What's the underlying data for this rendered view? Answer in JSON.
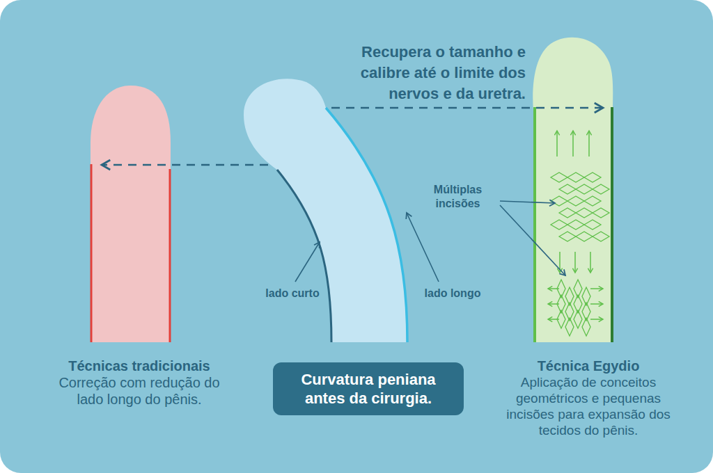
{
  "diagram": {
    "nodes": [
      {
        "text": [
          "Curvatura peniana antes da cirurgia."
        ]
      }
    ],
    "labels": [
      "Recupera o tamanho e calibre até o limite dos nervos e da uretra.",
      "Múltiplas incisões",
      "lado curto",
      "lado longo",
      "Técnicas tradicionais",
      "Correção com redução do lado longo do pênis.",
      "Técnica Egydio",
      "Aplicação de conceitos geométricos e pequenas incisões para expansão dos tecidos do pênis."
    ]
  }
}
